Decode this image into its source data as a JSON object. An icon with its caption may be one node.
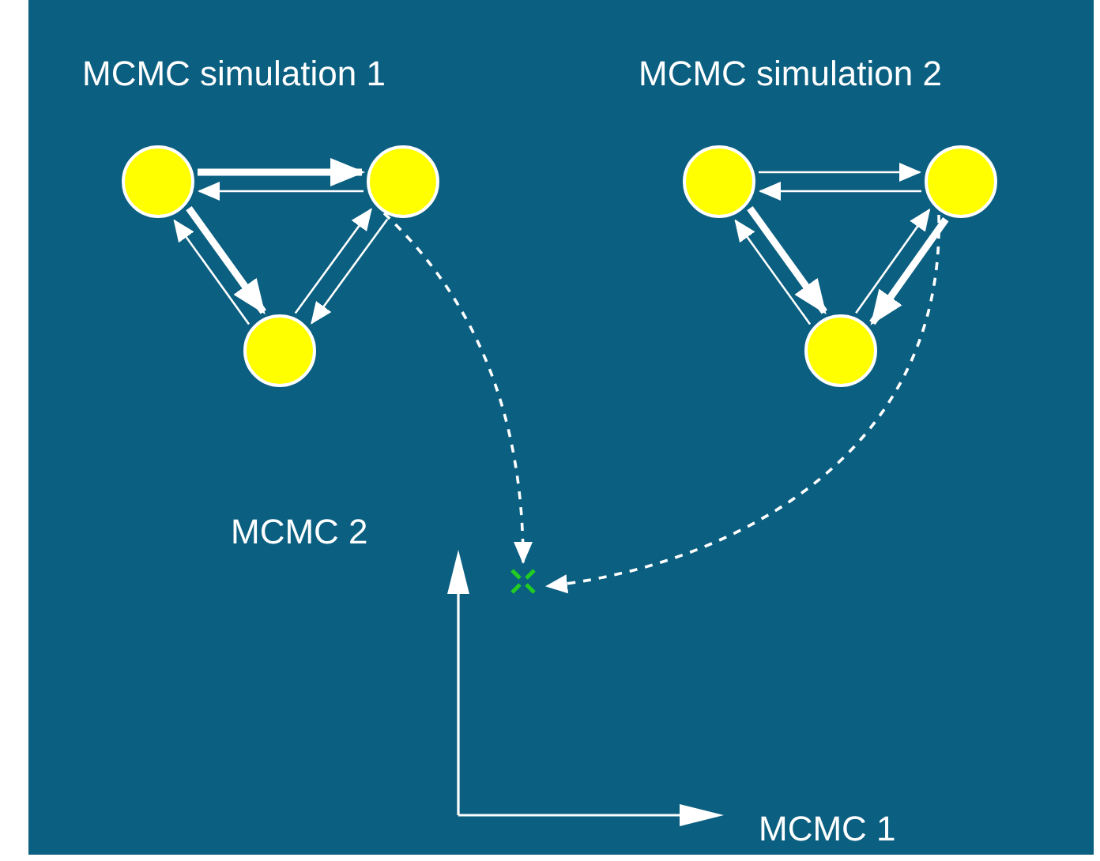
{
  "diagram": {
    "nodes": [
      {
        "text": [],
        "shape": "circle"
      },
      {
        "text": [],
        "shape": "circle"
      },
      {
        "text": [],
        "shape": "circle"
      },
      {
        "text": [],
        "shape": "circle"
      },
      {
        "text": [],
        "shape": "circle"
      },
      {
        "text": [],
        "shape": "circle"
      },
      {
        "text": [],
        "shape": "cross"
      }
    ],
    "edges": [
      {
        "from": 0,
        "to": 1,
        "arrow": "to",
        "style": "thick"
      },
      {
        "from": 1,
        "to": 0,
        "arrow": "to"
      },
      {
        "from": 0,
        "to": 2,
        "arrow": "to",
        "style": "thick"
      },
      {
        "from": 2,
        "to": 0,
        "arrow": "to"
      },
      {
        "from": 2,
        "to": 1,
        "arrow": "to"
      },
      {
        "from": 1,
        "to": 2,
        "arrow": "to"
      },
      {
        "from": 3,
        "to": 4,
        "arrow": "to"
      },
      {
        "from": 4,
        "to": 3,
        "arrow": "to"
      },
      {
        "from": 3,
        "to": 5,
        "arrow": "to",
        "style": "thick"
      },
      {
        "from": 5,
        "to": 3,
        "arrow": "to"
      },
      {
        "from": 5,
        "to": 4,
        "arrow": "to"
      },
      {
        "from": 4,
        "to": 5,
        "arrow": "to",
        "style": "thick"
      },
      {
        "from": 1,
        "to": 6,
        "arrow": "to",
        "style": "dashed"
      },
      {
        "from": 4,
        "to": 6,
        "arrow": "to",
        "style": "dashed"
      }
    ],
    "labels": [
      "MCMC simulation 1",
      "MCMC simulation 2",
      "MCMC 2",
      "MCMC 1"
    ]
  }
}
